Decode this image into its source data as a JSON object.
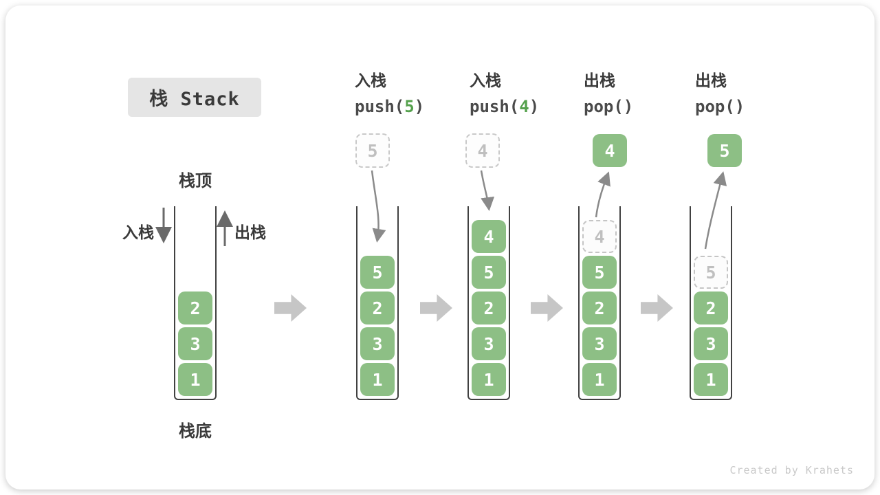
{
  "title": "栈 Stack",
  "watermark": "Created by Krahets",
  "labels": {
    "stack_top": "栈顶",
    "stack_bottom": "栈底",
    "push_side": "入栈",
    "pop_side": "出栈"
  },
  "operations": [
    {
      "name": "入栈",
      "code_pre": "push(",
      "code_arg": "5",
      "code_post": ")"
    },
    {
      "name": "入栈",
      "code_pre": "push(",
      "code_arg": "4",
      "code_post": ")"
    },
    {
      "name": "出栈",
      "code_pre": "pop(",
      "code_arg": "",
      "code_post": ")"
    },
    {
      "name": "出栈",
      "code_pre": "pop(",
      "code_arg": "",
      "code_post": ")"
    }
  ],
  "floating_cells": [
    {
      "value": "5",
      "style": "ghost"
    },
    {
      "value": "4",
      "style": "ghost"
    },
    {
      "value": "4",
      "style": "solid"
    },
    {
      "value": "5",
      "style": "solid"
    }
  ],
  "stacks": [
    {
      "items": [
        {
          "value": "2",
          "style": "solid"
        },
        {
          "value": "3",
          "style": "solid"
        },
        {
          "value": "1",
          "style": "solid"
        }
      ]
    },
    {
      "items": [
        {
          "value": "5",
          "style": "solid"
        },
        {
          "value": "2",
          "style": "solid"
        },
        {
          "value": "3",
          "style": "solid"
        },
        {
          "value": "1",
          "style": "solid"
        }
      ]
    },
    {
      "items": [
        {
          "value": "4",
          "style": "solid"
        },
        {
          "value": "5",
          "style": "solid"
        },
        {
          "value": "2",
          "style": "solid"
        },
        {
          "value": "3",
          "style": "solid"
        },
        {
          "value": "1",
          "style": "solid"
        }
      ]
    },
    {
      "items": [
        {
          "value": "4",
          "style": "ghost"
        },
        {
          "value": "5",
          "style": "solid"
        },
        {
          "value": "2",
          "style": "solid"
        },
        {
          "value": "3",
          "style": "solid"
        },
        {
          "value": "1",
          "style": "solid"
        }
      ]
    },
    {
      "items": [
        {
          "value": "5",
          "style": "ghost"
        },
        {
          "value": "2",
          "style": "solid"
        },
        {
          "value": "3",
          "style": "solid"
        },
        {
          "value": "1",
          "style": "solid"
        }
      ]
    }
  ],
  "colors": {
    "box_green": "#8dbf85",
    "accent_green": "#55a14d",
    "ghost_border": "#c9c9c9",
    "curve_arrow": "#8a8a8a",
    "side_arrow": "#6a6a6a",
    "block_arrow": "#c6c6c6"
  }
}
